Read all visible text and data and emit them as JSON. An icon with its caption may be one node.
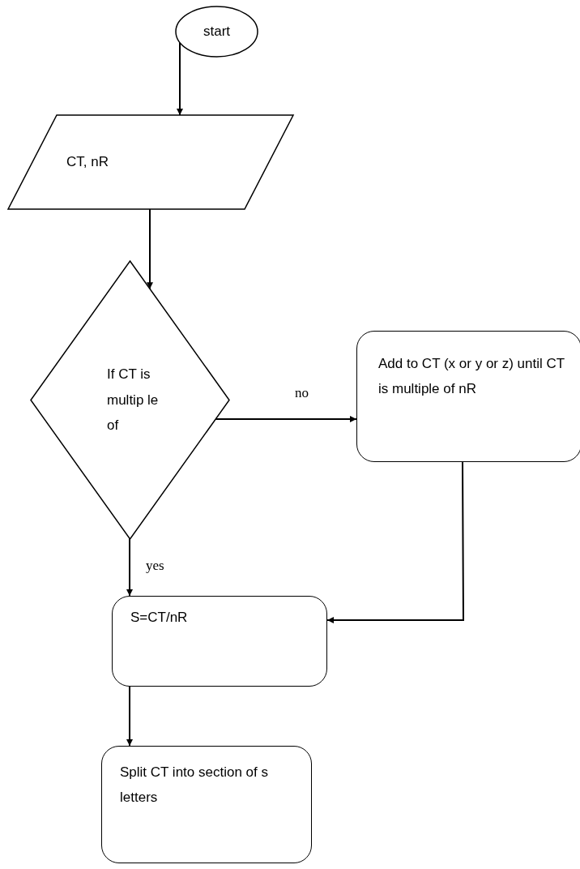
{
  "diagram": {
    "nodes": [
      {
        "text": [
          "start"
        ]
      },
      {
        "text": [
          "CT, nR"
        ]
      },
      {
        "text": [
          "If CT is multip le of"
        ]
      },
      {
        "text": [
          "Add to CT (x or y or z) until CT is multiple of nR"
        ]
      },
      {
        "text": [
          "S=CT/nR"
        ]
      },
      {
        "text": [
          "Split CT into section of s letters"
        ]
      }
    ],
    "edges": [
      {
        "from": 0,
        "to": 1,
        "arrow": "to"
      },
      {
        "from": 1,
        "to": 2,
        "arrow": "to"
      },
      {
        "from": 2,
        "to": 3,
        "arrow": "to",
        "label": "no"
      },
      {
        "from": 3,
        "to": 4,
        "arrow": "to"
      },
      {
        "from": 2,
        "to": 4,
        "arrow": "to",
        "label": "yes"
      },
      {
        "from": 4,
        "to": 5,
        "arrow": "to"
      }
    ]
  }
}
